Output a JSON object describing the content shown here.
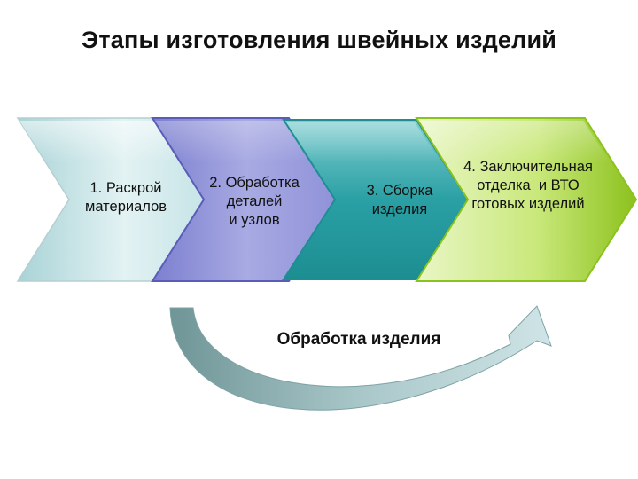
{
  "title": "Этапы изготовления швейных изделий",
  "stages": [
    {
      "lines": [
        "1. Раскрой",
        "материалов"
      ]
    },
    {
      "lines": [
        "2. Обработка",
        "деталей",
        "и узлов"
      ]
    },
    {
      "lines": [
        "3. Сборка",
        "изделия"
      ]
    },
    {
      "lines": [
        "4. Заключительная",
        "отделка  и ВТО",
        "готовых изделий"
      ]
    }
  ],
  "arrow_label": "Обработка изделия",
  "colors": {
    "stage1": "#cfe8ea",
    "stage2": "#9ea0dc",
    "stage3": "#3fa6a8",
    "stage4": "#a6d63a",
    "arrow": "#8fb3b5"
  }
}
